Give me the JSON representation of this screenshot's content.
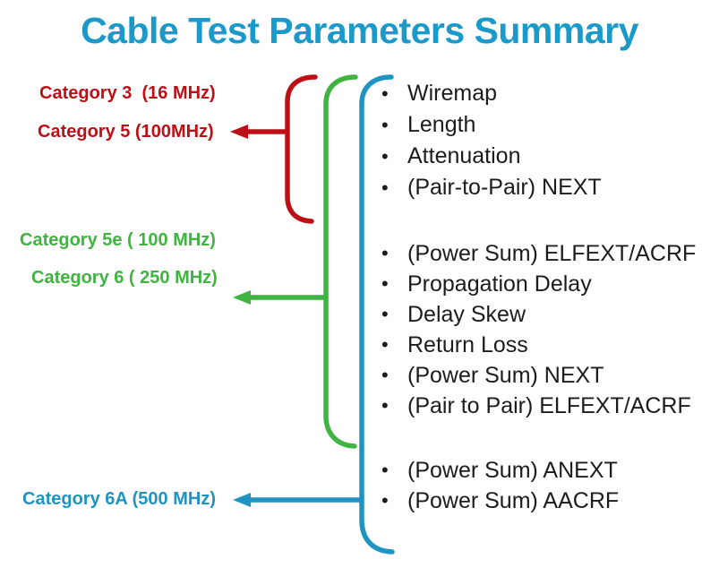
{
  "title": "Cable Test Parameters Summary",
  "bullet": "•",
  "colors": {
    "title": "#1b9ac9",
    "red": "#bd0f16",
    "green": "#40b441",
    "cyan": "#1f94c2",
    "text": "#1c1c1c"
  },
  "categories": {
    "red": [
      {
        "label": "Category 3  (16 MHz)"
      },
      {
        "label": "Category 5 (100MHz)"
      }
    ],
    "green": [
      {
        "label": "Category 5e ( 100 MHz)"
      },
      {
        "label": "Category 6 ( 250 MHz)"
      }
    ],
    "cyan": [
      {
        "label": "Category 6A (500 MHz)"
      }
    ]
  },
  "parameter_groups": [
    {
      "name": "basic-tests",
      "items": [
        "Wiremap",
        "Length",
        "Attenuation",
        "(Pair-to-Pair) NEXT"
      ]
    },
    {
      "name": "extended-tests",
      "items": [
        "(Power Sum) ELFEXT/ACRF",
        "Propagation Delay",
        "Delay Skew",
        "Return Loss",
        "(Power Sum) NEXT",
        "(Pair to Pair) ELFEXT/ACRF"
      ]
    },
    {
      "name": "alien-crosstalk-tests",
      "items": [
        "(Power Sum) ANEXT",
        "(Power Sum) AACRF"
      ]
    }
  ]
}
